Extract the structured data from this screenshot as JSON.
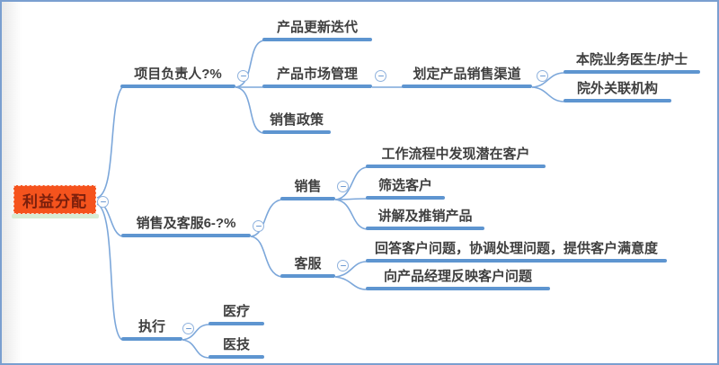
{
  "mindmap": {
    "root": {
      "label": "利益分配",
      "children": [
        {
          "label": "项目负责人?%",
          "children": [
            {
              "label": "产品更新迭代"
            },
            {
              "label": "产品市场管理",
              "children": [
                {
                  "label": "划定产品销售渠道",
                  "children": [
                    {
                      "label": "本院业务医生/护士"
                    },
                    {
                      "label": "院外关联机构"
                    }
                  ]
                }
              ]
            },
            {
              "label": "销售政策"
            }
          ]
        },
        {
          "label": "销售及客服6-?%",
          "children": [
            {
              "label": "销售",
              "children": [
                {
                  "label": "工作流程中发现潜在客户"
                },
                {
                  "label": "筛选客户"
                },
                {
                  "label": "讲解及推销产品"
                }
              ]
            },
            {
              "label": "客服",
              "children": [
                {
                  "label": "回答客户问题，协调处理问题，提供客户满意度"
                },
                {
                  "label": "向产品经理反映客户问题"
                }
              ]
            }
          ]
        },
        {
          "label": "执行",
          "children": [
            {
              "label": "医疗"
            },
            {
              "label": "医技"
            }
          ]
        }
      ]
    }
  },
  "icons": {
    "collapse": "minus-in-circle"
  },
  "colors": {
    "branch_line": "#5e95d0",
    "connector_line": "#7ca7da",
    "root_background": "#f5531d",
    "root_text": "#7a1f0c",
    "root_accent_strip": "#d8ecd4",
    "frame_border": "#7a9fd0",
    "topic_text": "#3f3f3f"
  }
}
